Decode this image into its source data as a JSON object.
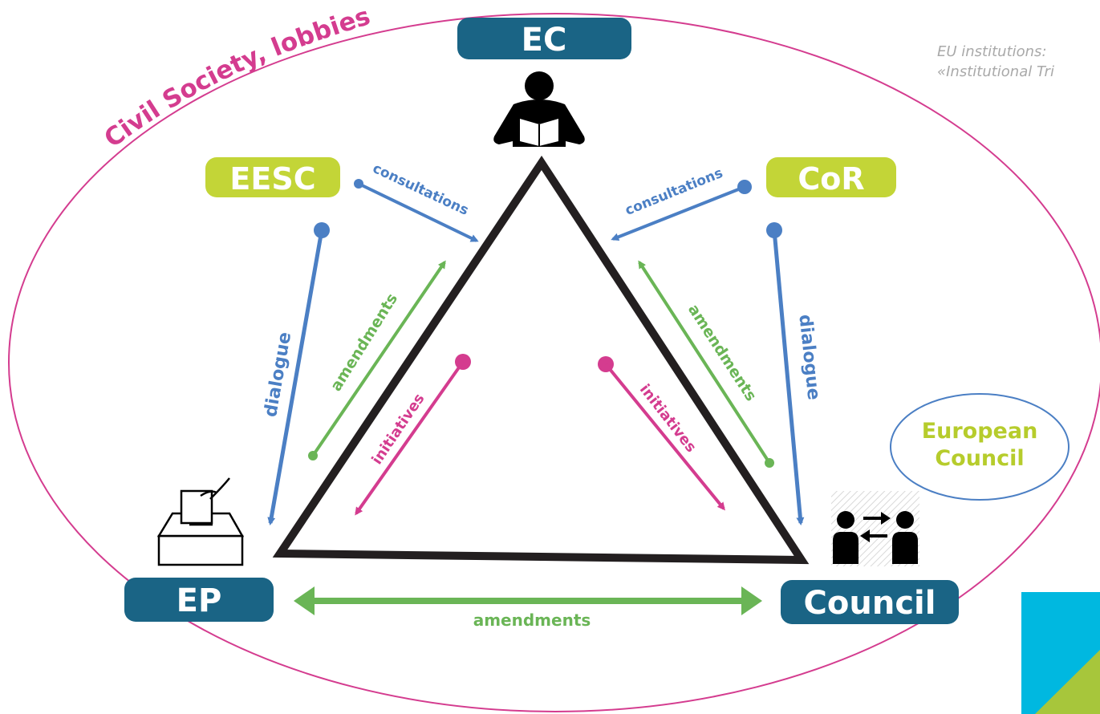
{
  "colors": {
    "institution_box": "#1a6485",
    "advisory_box": "#c3d537",
    "blue_arrow": "#4b7fc4",
    "green_arrow": "#6ab556",
    "pink_arrow": "#d43c8f",
    "civil_society": "#d43c8f",
    "european_council_text": "#b6cc2c",
    "european_council_border": "#4b7fc4",
    "triangle": "#231f20",
    "corner_blue": "#00b8e0",
    "corner_green": "#a7c63b"
  },
  "civil_society_label": "Civil Society, lobbies",
  "caption": {
    "line1": "EU institutions:",
    "line2": "«Institutional Tri"
  },
  "boxes": {
    "ec": "EC",
    "eesc": "EESC",
    "cor": "CoR",
    "ep": "EP",
    "council": "Council"
  },
  "european_council": {
    "line1": "European",
    "line2": "Council"
  },
  "edges": {
    "consultations_left": "consultations",
    "consultations_right": "consultations",
    "dialogue_left": "dialogue",
    "dialogue_right": "dialogue",
    "amendments_left": "amendments",
    "amendments_right": "amendments",
    "amendments_bottom": "amendments",
    "initiatives_left": "initiatives",
    "initiatives_right": "initiatives"
  },
  "icons": {
    "ec": "person-reading-icon",
    "ep": "ballot-box-icon",
    "council": "people-exchange-icon"
  }
}
